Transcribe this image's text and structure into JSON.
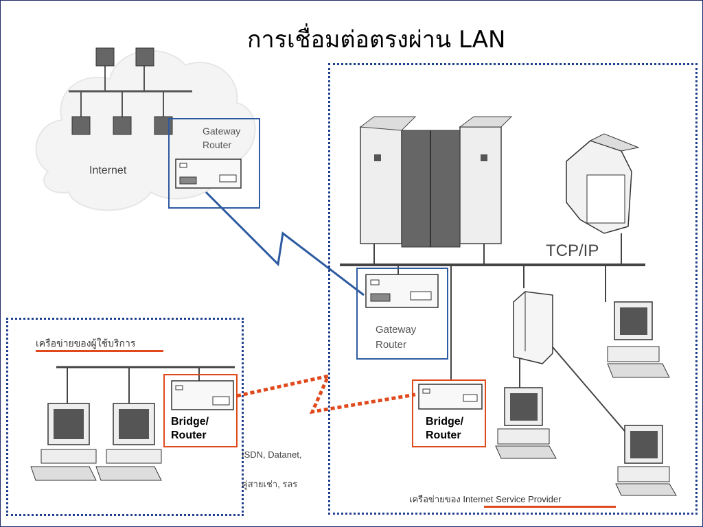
{
  "title": "การเชื่อมต่อตรงผ่าน LAN",
  "internet_label": "Internet",
  "gateway_router_top": {
    "line1": "Gateway",
    "line2": "Router"
  },
  "gateway_router_mid": {
    "line1": "Gateway",
    "line2": "Router"
  },
  "tcpip_label": "TCP/IP",
  "customer_network_label": "เครือข่ายของผู้ใช้บริการ",
  "bridge_router_left": {
    "line1": "Bridge/",
    "line2": "Router"
  },
  "bridge_router_right": {
    "line1": "Bridge/",
    "line2": "Router"
  },
  "link_types_line1": "ISDN, Datanet,",
  "link_types_line2": "คู่สายเช่า, รลร",
  "isp_network_label_prefix": "เครือข่ายของ",
  "isp_network_label_name": "Internet Service Provider",
  "colors": {
    "accent_red": "#e0491c",
    "accent_blue": "#2c5aa0",
    "dotted_border": "#1f3f8f"
  }
}
